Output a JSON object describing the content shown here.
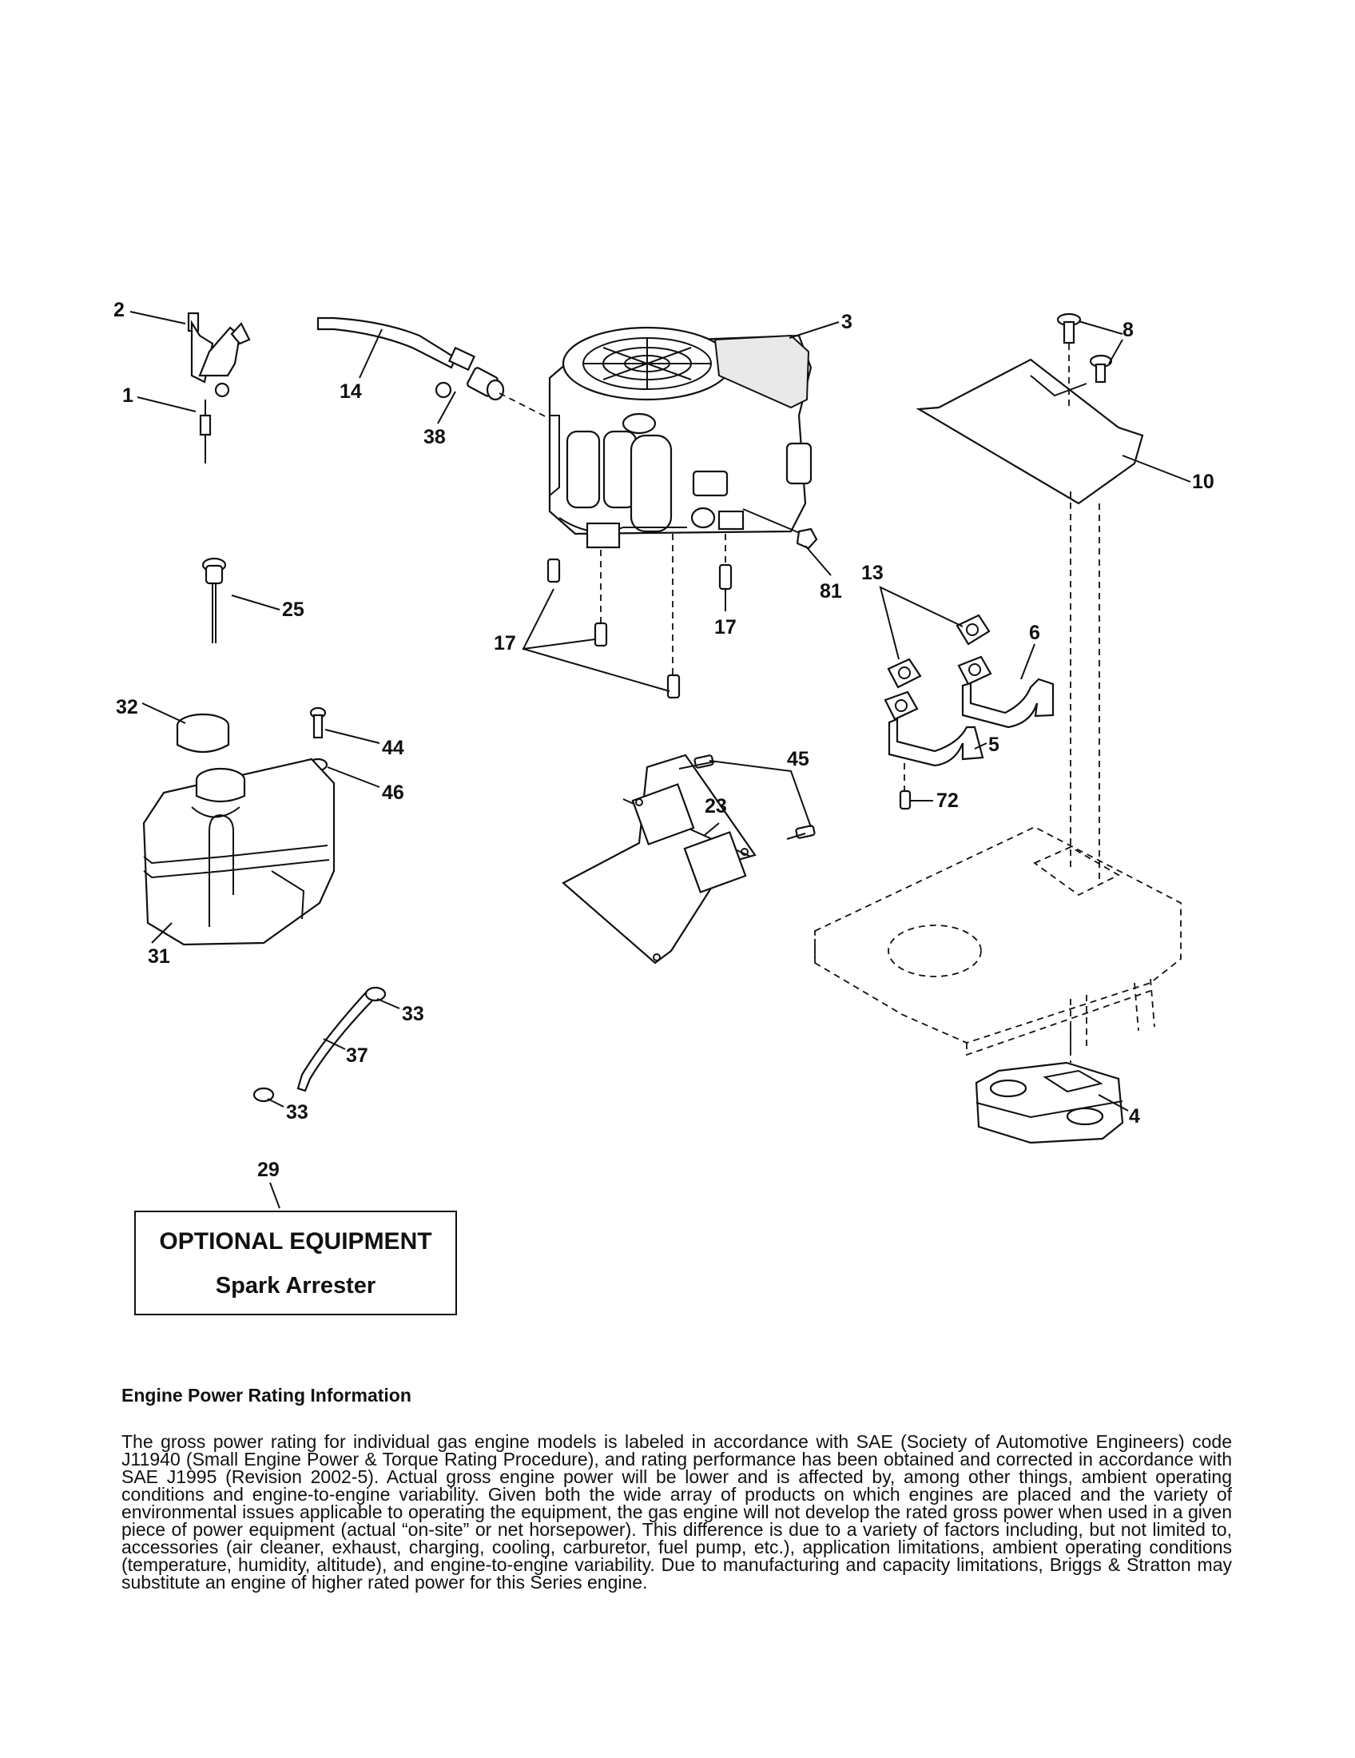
{
  "callouts": {
    "c1": "1",
    "c2": "2",
    "c3": "3",
    "c4": "4",
    "c5": "5",
    "c6": "6",
    "c8": "8",
    "c10": "10",
    "c13": "13",
    "c14": "14",
    "c17a": "17",
    "c17b": "17",
    "c23": "23",
    "c25": "25",
    "c29": "29",
    "c31": "31",
    "c32": "32",
    "c33a": "33",
    "c33b": "33",
    "c37": "37",
    "c38": "38",
    "c44": "44",
    "c45": "45",
    "c46": "46",
    "c72": "72",
    "c81": "81"
  },
  "optional_box": {
    "title": "OPTIONAL EQUIPMENT",
    "item": "Spark Arrester"
  },
  "rating": {
    "heading": "Engine Power Rating Information",
    "body": "The gross power rating for individual gas engine models is labeled in accordance with SAE (Society of Automotive Engineers) code J11940 (Small Engine Power & Torque Rating Procedure), and rating performance has been obtained and corrected in accordance with SAE J1995 (Revision 2002-5). Actual gross engine power will be lower and is affected by, among other things, ambient operating conditions and engine-to-engine variability. Given both the wide array of products on which engines are placed and the variety of environmental issues applicable to operating the equipment, the gas engine will not develop the rated gross power when used in a given piece of power equipment (actual “on-site” or net horsepower). This difference is due to a variety of factors including, but not limited to, accessories (air cleaner, exhaust, charging, cooling, carburetor, fuel pump, etc.), application limitations, ambient operating conditions (temperature, humidity, altitude), and engine-to-engine variability. Due to manufacturing and capacity limitations, Briggs & Stratton may substitute an engine of higher rated power for this Series engine."
  }
}
